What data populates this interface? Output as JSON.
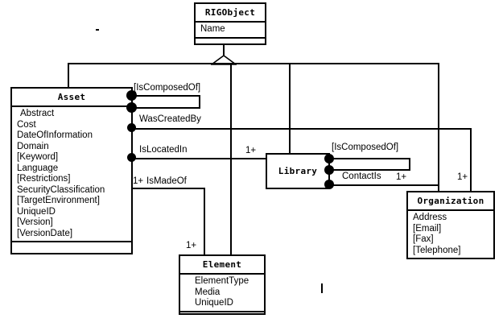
{
  "diagram": {
    "type": "uml-class-diagram",
    "background_color": "#ffffff",
    "line_color": "#000000"
  },
  "classes": [
    {
      "id": "rigobject",
      "name": "RIGObject",
      "attributes": [
        "Name"
      ],
      "operations": []
    },
    {
      "id": "asset",
      "name": "Asset",
      "attributes": [
        "Abstract",
        "Cost",
        "DateOfInformation",
        "Domain",
        "[Keyword]",
        "Language",
        "[Restrictions]",
        "SecurityClassification",
        "[TargetEnvironment]",
        "UniqueID",
        "[Version]",
        "[VersionDate]"
      ],
      "operations": []
    },
    {
      "id": "library",
      "name": "Library",
      "attributes": [],
      "operations": []
    },
    {
      "id": "organization",
      "name": "Organization",
      "attributes": [
        "Address",
        "[Email]",
        "[Fax]",
        "[Telephone]"
      ],
      "operations": []
    },
    {
      "id": "element",
      "name": "Element",
      "attributes": [
        "ElementType",
        "Media",
        "UniqueID"
      ],
      "operations": []
    }
  ],
  "associations": [
    {
      "id": "asset-iscomposedof",
      "label": "[IsComposedOf]",
      "source": "asset",
      "target": "asset",
      "kind": "self-aggregation",
      "multiplicity": ""
    },
    {
      "id": "asset-wascreatedby",
      "label": "WasCreatedBy",
      "source": "asset",
      "target": "organization",
      "kind": "aggregation",
      "multiplicity": "1+"
    },
    {
      "id": "asset-islocatedin",
      "label": "IsLocatedIn",
      "source": "asset",
      "target": "library",
      "kind": "aggregation",
      "multiplicity": "1+"
    },
    {
      "id": "asset-ismadeof",
      "label": "IsMadeOf",
      "source": "asset",
      "target": "element",
      "kind": "aggregation",
      "multiplicity_source": "1+",
      "multiplicity_target": "1+"
    },
    {
      "id": "library-iscomposedof",
      "label": "[IsComposedOf]",
      "source": "library",
      "target": "library",
      "kind": "self-aggregation",
      "multiplicity": ""
    },
    {
      "id": "library-contactis",
      "label": "ContactIs",
      "source": "library",
      "target": "organization",
      "kind": "aggregation",
      "multiplicity": "1+"
    }
  ],
  "generalizations": [
    {
      "id": "gen-asset",
      "parent": "rigobject",
      "child": "asset"
    },
    {
      "id": "gen-library",
      "parent": "rigobject",
      "child": "library"
    },
    {
      "id": "gen-element",
      "parent": "rigobject",
      "child": "element"
    },
    {
      "id": "gen-organization",
      "parent": "rigobject",
      "child": "organization"
    }
  ],
  "multiplicity_labels": {
    "islocatedin_target": "1+",
    "ismadeof_source": "1+",
    "ismadeof_target": "1+",
    "contactis_target": "1+",
    "wascreatedby_target": "1+"
  }
}
